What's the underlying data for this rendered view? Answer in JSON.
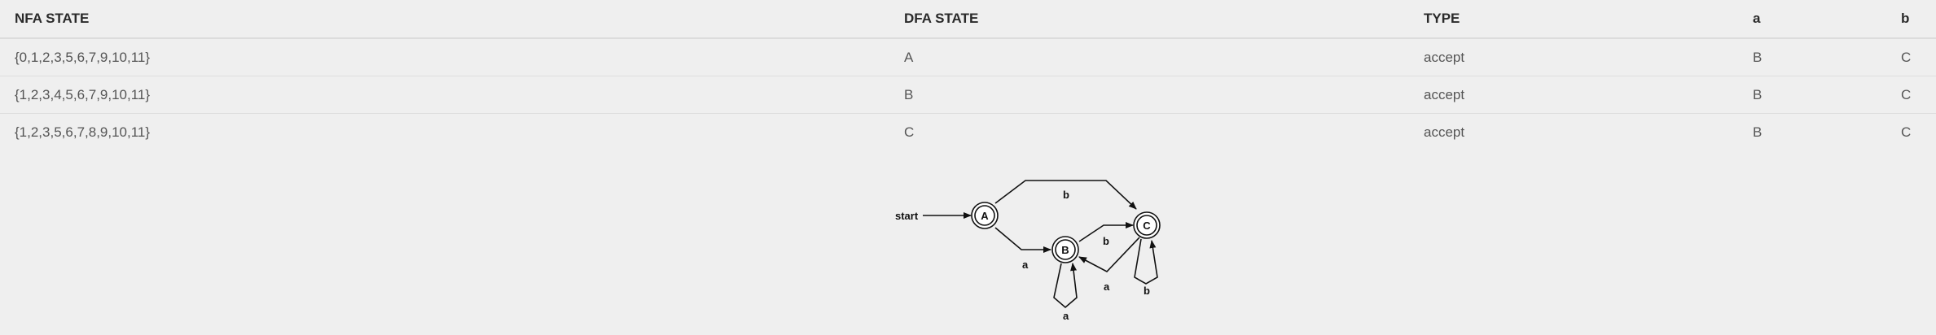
{
  "table": {
    "headers": [
      "NFA STATE",
      "DFA STATE",
      "TYPE",
      "a",
      "b"
    ],
    "rows": [
      [
        "{0,1,2,3,5,6,7,9,10,11}",
        "A",
        "accept",
        "B",
        "C"
      ],
      [
        "{1,2,3,4,5,6,7,9,10,11}",
        "B",
        "accept",
        "B",
        "C"
      ],
      [
        "{1,2,3,5,6,7,8,9,10,11}",
        "C",
        "accept",
        "B",
        "C"
      ]
    ]
  },
  "diagram": {
    "start_label": "start",
    "states": [
      {
        "name": "A",
        "accepting": true
      },
      {
        "name": "B",
        "accepting": true
      },
      {
        "name": "C",
        "accepting": true
      }
    ],
    "transitions": [
      {
        "from": "A",
        "to": "C",
        "symbol": "b"
      },
      {
        "from": "A",
        "to": "B",
        "symbol": "a"
      },
      {
        "from": "B",
        "to": "C",
        "symbol": "b"
      },
      {
        "from": "C",
        "to": "B",
        "symbol": "a"
      },
      {
        "from": "B",
        "to": "B",
        "symbol": "a"
      },
      {
        "from": "C",
        "to": "C",
        "symbol": "b"
      }
    ]
  }
}
